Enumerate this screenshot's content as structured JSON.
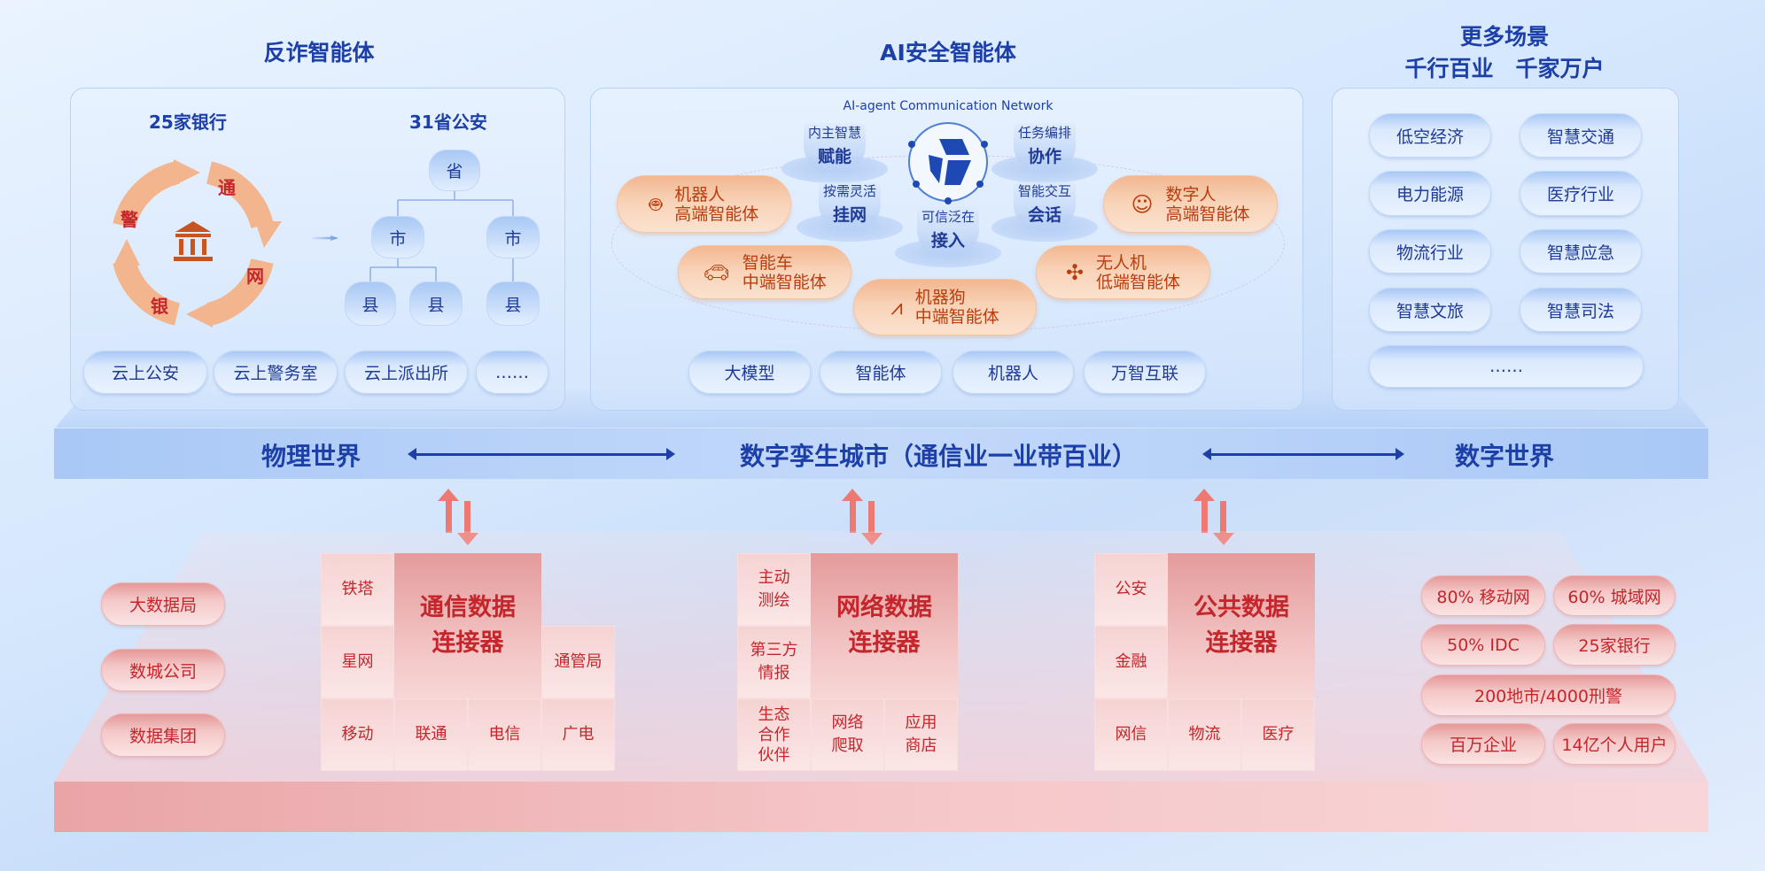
{
  "titles": {
    "anti_fraud": "反诈智能体",
    "ai_security": "AI安全智能体",
    "more_line1": "更多场景",
    "more_line2": "千行百业　千家万户"
  },
  "anti_fraud": {
    "banks": "25家银行",
    "police": "31省公安",
    "cycle": [
      "通",
      "网",
      "银",
      "警"
    ],
    "tree": {
      "province": "省",
      "city": [
        "市",
        "市"
      ],
      "county": [
        "县",
        "县",
        "县"
      ]
    },
    "bottom": [
      "云上公安",
      "云上警务室",
      "云上派出所",
      "……"
    ]
  },
  "ai_security": {
    "network_label": "AI-agent Communication Network",
    "agents": [
      {
        "l1": "机器人",
        "l2": "高端智能体",
        "icon": "robot-icon"
      },
      {
        "l1": "数字人",
        "l2": "高端智能体",
        "icon": "digital-human-icon"
      },
      {
        "l1": "智能车",
        "l2": "中端智能体",
        "icon": "car-icon"
      },
      {
        "l1": "无人机",
        "l2": "低端智能体",
        "icon": "drone-icon"
      },
      {
        "l1": "机器狗",
        "l2": "中端智能体",
        "icon": "robot-dog-icon"
      }
    ],
    "capabilities": [
      {
        "t1": "内主智慧",
        "t2": "赋能"
      },
      {
        "t1": "任务编排",
        "t2": "协作"
      },
      {
        "t1": "按需灵活",
        "t2": "挂网"
      },
      {
        "t1": "智能交互",
        "t2": "会话"
      },
      {
        "t1": "可信泛在",
        "t2": "接入"
      }
    ],
    "bottom": [
      "大模型",
      "智能体",
      "机器人",
      "万智互联"
    ]
  },
  "scenarios": [
    "低空经济",
    "智慧交通",
    "电力能源",
    "医疗行业",
    "物流行业",
    "智慧应急",
    "智慧文旅",
    "智慧司法",
    "……"
  ],
  "band": {
    "left": "物理世界",
    "center": "数字孪生城市（通信业一业带百业）",
    "right": "数字世界"
  },
  "sources": [
    "大数据局",
    "数城公司",
    "数据集团"
  ],
  "connectors": [
    {
      "title_l1": "通信数据",
      "title_l2": "连接器",
      "tiles": [
        "铁塔",
        "星网",
        "通管局",
        "移动",
        "联通",
        "电信",
        "广电"
      ]
    },
    {
      "title_l1": "网络数据",
      "title_l2": "连接器",
      "tiles": [
        "主动\n测绘",
        "第三方\n情报",
        "生态\n合作\n伙伴",
        "网络\n爬取",
        "应用\n商店"
      ]
    },
    {
      "title_l1": "公共数据",
      "title_l2": "连接器",
      "tiles": [
        "公安",
        "金融",
        "网信",
        "物流",
        "医疗"
      ]
    }
  ],
  "stats": [
    "80% 移动网",
    "60% 城域网",
    "50% IDC",
    "25家银行",
    "200地市/4000刑警",
    "百万企业",
    "14亿个人用户"
  ],
  "colors": {
    "blue_text": "#1d3fa8",
    "red_text": "#c4262b",
    "orange_text": "#bb3d0e"
  }
}
